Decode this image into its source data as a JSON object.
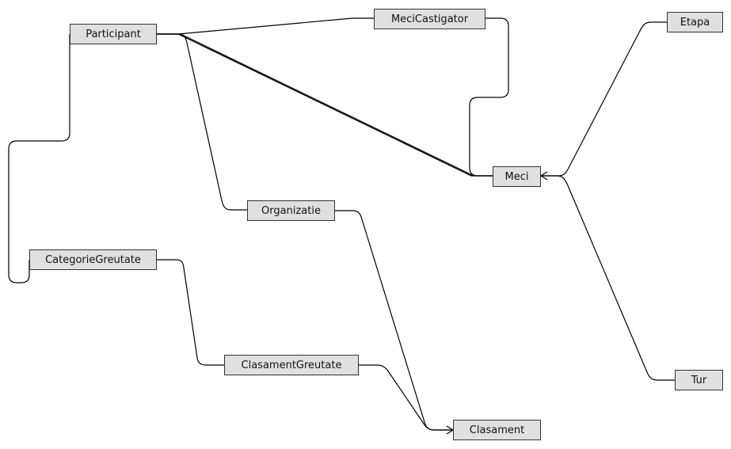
{
  "diagram": {
    "entities": {
      "participant": "Participant",
      "meci_castigator": "MeciCastigator",
      "etapa": "Etapa",
      "meci": "Meci",
      "organizatie": "Organizatie",
      "categorie_greutate": "CategorieGreutate",
      "clasament_greutate": "ClasamentGreutate",
      "tur": "Tur",
      "clasament": "Clasament"
    },
    "relationships": [
      {
        "from": "participant",
        "to": "meci_castigator",
        "end": "one"
      },
      {
        "from": "participant",
        "to": "meci",
        "end": "one"
      },
      {
        "from": "participant",
        "to": "organizatie",
        "end": "one"
      },
      {
        "from": "participant",
        "to": "categorie_greutate",
        "end": "one"
      },
      {
        "from": "meci_castigator",
        "to": "meci",
        "end": "one"
      },
      {
        "from": "etapa",
        "to": "meci",
        "end": "many"
      },
      {
        "from": "tur",
        "to": "meci",
        "end": "many"
      },
      {
        "from": "organizatie",
        "to": "clasament",
        "end": "many"
      },
      {
        "from": "categorie_greutate",
        "to": "clasament_greutate",
        "end": "one"
      },
      {
        "from": "clasament_greutate",
        "to": "clasament",
        "end": "many"
      }
    ]
  }
}
